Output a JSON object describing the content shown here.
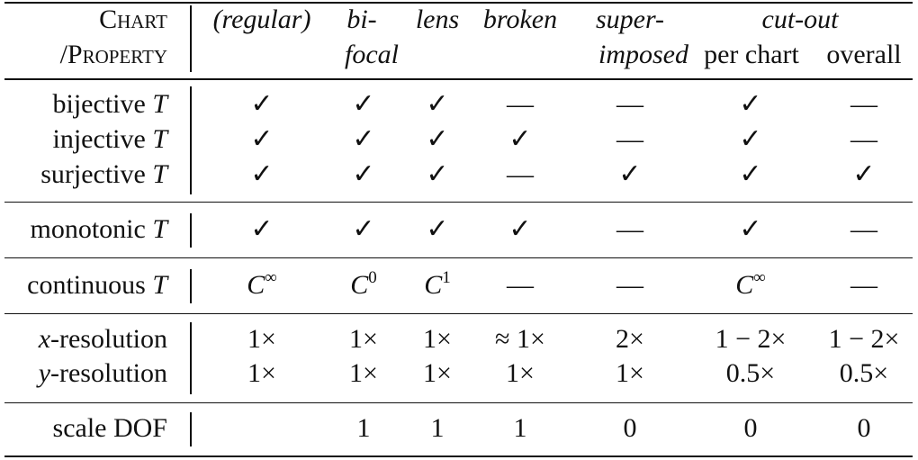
{
  "header": {
    "corner_line1": "Chart",
    "corner_line2": "/Property",
    "col_regular": "(regular)",
    "col_bifocal_1": "bi-",
    "col_bifocal_2": "focal",
    "col_lens": "lens",
    "col_broken": "broken",
    "col_super_1": "super-",
    "col_super_2": "imposed",
    "col_cutout": "cut-out",
    "col_cutout_per": "per chart",
    "col_cutout_overall": "overall"
  },
  "rows": [
    {
      "label_pre": "bijective ",
      "label_var": "T",
      "cells": [
        "✓",
        "✓",
        "✓",
        "—",
        "—",
        "✓",
        "—"
      ]
    },
    {
      "label_pre": "injective ",
      "label_var": "T",
      "cells": [
        "✓",
        "✓",
        "✓",
        "✓",
        "—",
        "✓",
        "—"
      ]
    },
    {
      "label_pre": "surjective ",
      "label_var": "T",
      "cells": [
        "✓",
        "✓",
        "✓",
        "—",
        "✓",
        "✓",
        "✓"
      ]
    },
    {
      "label_pre": "monotonic ",
      "label_var": "T",
      "cells": [
        "✓",
        "✓",
        "✓",
        "✓",
        "—",
        "✓",
        "—"
      ]
    },
    {
      "label_pre": "continuous ",
      "label_var": "T",
      "cells": [
        "C",
        "C",
        "C",
        "—",
        "—",
        "C",
        "—"
      ],
      "sups": [
        "∞",
        "0",
        "1",
        "",
        "",
        "∞",
        ""
      ]
    },
    {
      "label_var": "x",
      "label_post": "-resolution",
      "cells": [
        "1×",
        "1×",
        "1×",
        "≈ 1×",
        "2×",
        "1 − 2×",
        "1 − 2×"
      ]
    },
    {
      "label_var": "y",
      "label_post": "-resolution",
      "cells": [
        "1×",
        "1×",
        "1×",
        "1×",
        "1×",
        "0.5×",
        "0.5×"
      ]
    },
    {
      "label_pre": "scale DOF",
      "cells": [
        "",
        "1",
        "1",
        "1",
        "0",
        "0",
        "0"
      ]
    }
  ]
}
